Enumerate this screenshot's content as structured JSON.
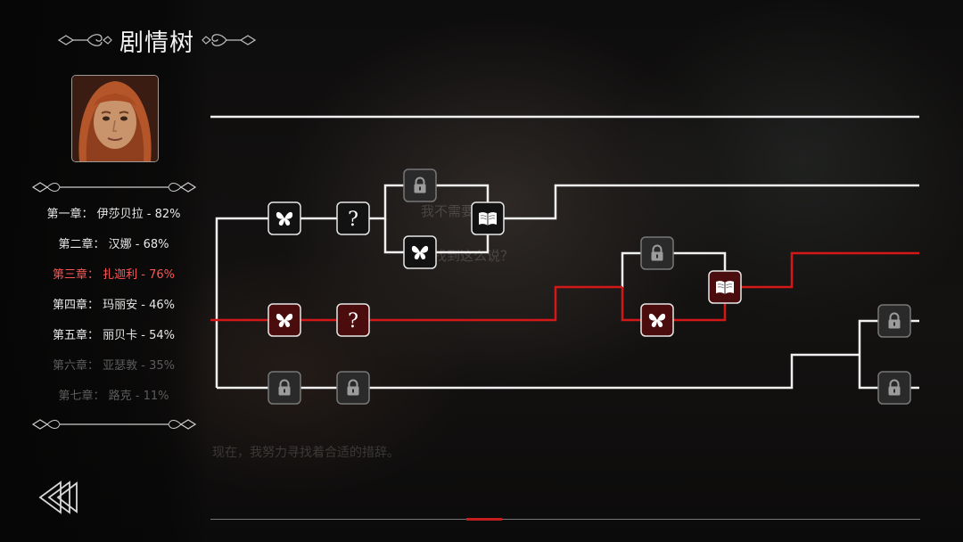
{
  "header": {
    "title": "剧情树"
  },
  "chapters": [
    {
      "label": "第一章：  伊莎贝拉 - 82%",
      "state": "active"
    },
    {
      "label": "第二章：  汉娜 - 68%",
      "state": "active"
    },
    {
      "label": "第三章：  扎迦利 - 76%",
      "state": "current"
    },
    {
      "label": "第四章：  玛丽安 - 46%",
      "state": "active"
    },
    {
      "label": "第五章：  丽贝卡 - 54%",
      "state": "active"
    },
    {
      "label": "第六章：  亚瑟敦 - 35%",
      "state": "dim"
    },
    {
      "label": "第七章：  路克 - 11%",
      "state": "dim"
    }
  ],
  "background_text": {
    "line1": "我不需要答你",
    "line2": "找到这么说？",
    "line3": "现在，我努力寻找着合适的措辞。"
  },
  "tree": {
    "nodes": [
      {
        "id": "n1",
        "icon": "butterfly",
        "state": "white"
      },
      {
        "id": "n2",
        "icon": "question",
        "state": "white",
        "label": "?"
      },
      {
        "id": "n3",
        "icon": "lock",
        "state": "locked"
      },
      {
        "id": "n4",
        "icon": "butterfly",
        "state": "white"
      },
      {
        "id": "n5",
        "icon": "book",
        "state": "white"
      },
      {
        "id": "n6",
        "icon": "butterfly",
        "state": "red"
      },
      {
        "id": "n7",
        "icon": "question",
        "state": "red",
        "label": "?"
      },
      {
        "id": "n8",
        "icon": "lock",
        "state": "locked"
      },
      {
        "id": "n9",
        "icon": "butterfly",
        "state": "red"
      },
      {
        "id": "n10",
        "icon": "book",
        "state": "red"
      },
      {
        "id": "n11",
        "icon": "lock",
        "state": "locked"
      },
      {
        "id": "n12",
        "icon": "lock",
        "state": "locked"
      },
      {
        "id": "n13",
        "icon": "lock",
        "state": "locked"
      },
      {
        "id": "n14",
        "icon": "lock",
        "state": "locked"
      }
    ]
  },
  "colors": {
    "accent_red": "#d41818",
    "line_white": "#f2f2f2",
    "locked_gray": "#8a8a8a"
  }
}
